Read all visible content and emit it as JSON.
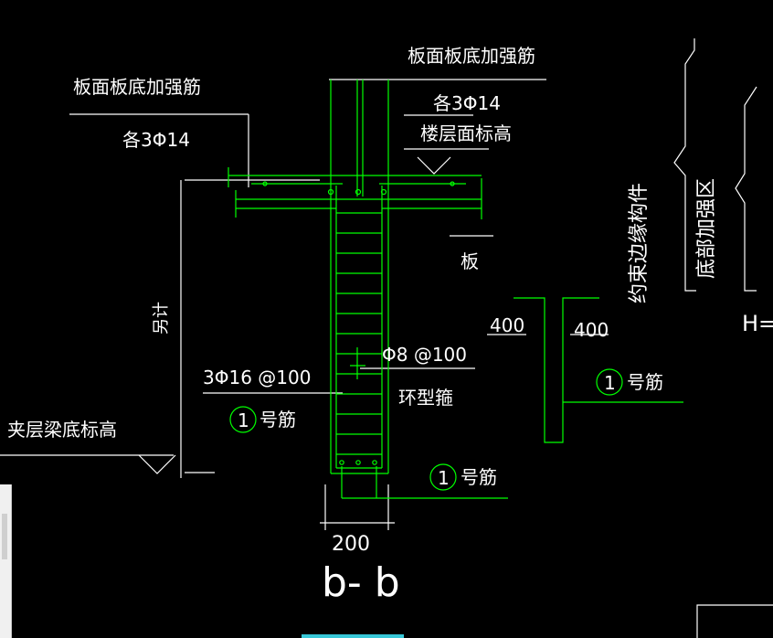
{
  "labels": {
    "top_right_rebar": "板面板底加强筋",
    "top_left_rebar": "板面板底加强筋",
    "each_3phi14_right": "各3Φ14",
    "floor_elevation": "楼层面标高",
    "each_3phi14_left": "各3Φ14",
    "slab": "板",
    "side_dim": "另计",
    "constraint_member": "约束边缘构件",
    "bottom_reinforce_zone": "底部加强区",
    "h_eq": "H=",
    "dim_400_left": "400",
    "dim_400_right": "400",
    "stirrup_spec": "Φ8 @100",
    "ring_stirrup": "环型箍",
    "bar_spec": "3Φ16 @100",
    "mezz_beam_elev": "夹层梁底标高",
    "circle_1": "1",
    "bar_no_1": "号筋",
    "dim_200": "200",
    "section_title": "b- b"
  },
  "colors": {
    "background": "#000000",
    "line_green": "#00ff00",
    "line_white": "#ffffff",
    "text": "#ffffff"
  }
}
